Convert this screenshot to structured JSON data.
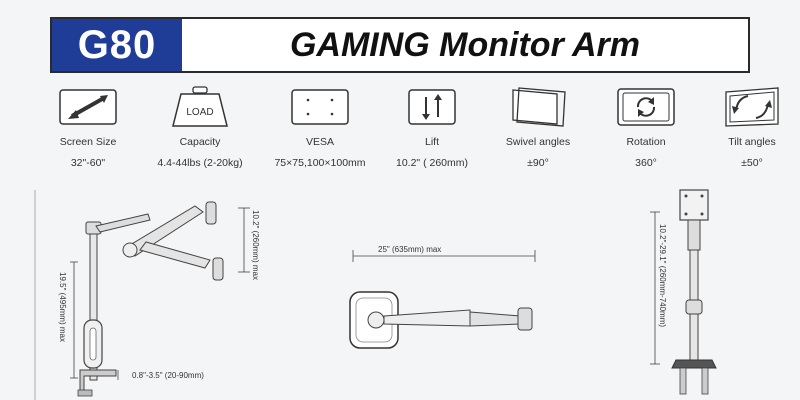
{
  "header": {
    "model": "G80",
    "title": "GAMING Monitor Arm"
  },
  "specs": [
    {
      "icon": "diagonal-arrow-icon",
      "label": "Screen Size",
      "value": "32\"-60\""
    },
    {
      "icon": "load-weight-icon",
      "icon_text": "LOAD",
      "label": "Capacity",
      "value": "4.4-44lbs (2-20kg)"
    },
    {
      "icon": "vesa-plate-icon",
      "label": "VESA",
      "value": "75×75,100×100mm"
    },
    {
      "icon": "lift-arrows-icon",
      "label": "Lift",
      "value": "10.2\" ( 260mm)"
    },
    {
      "icon": "swivel-icon",
      "label": "Swivel angles",
      "value": "±90°"
    },
    {
      "icon": "rotation-icon",
      "label": "Rotation",
      "value": "360°"
    },
    {
      "icon": "tilt-icon",
      "label": "Tilt angles",
      "value": "±50°"
    }
  ],
  "dimensions": {
    "side_lift": "10.2\" (260mm) max",
    "side_height": "19.5\" (495mm) max",
    "clamp_range": "0.8\"-3.5\" (20-90mm)",
    "top_reach": "25\" (635mm) max",
    "front_height": "10.2\"-29.1\" (260mm-740mm)"
  }
}
